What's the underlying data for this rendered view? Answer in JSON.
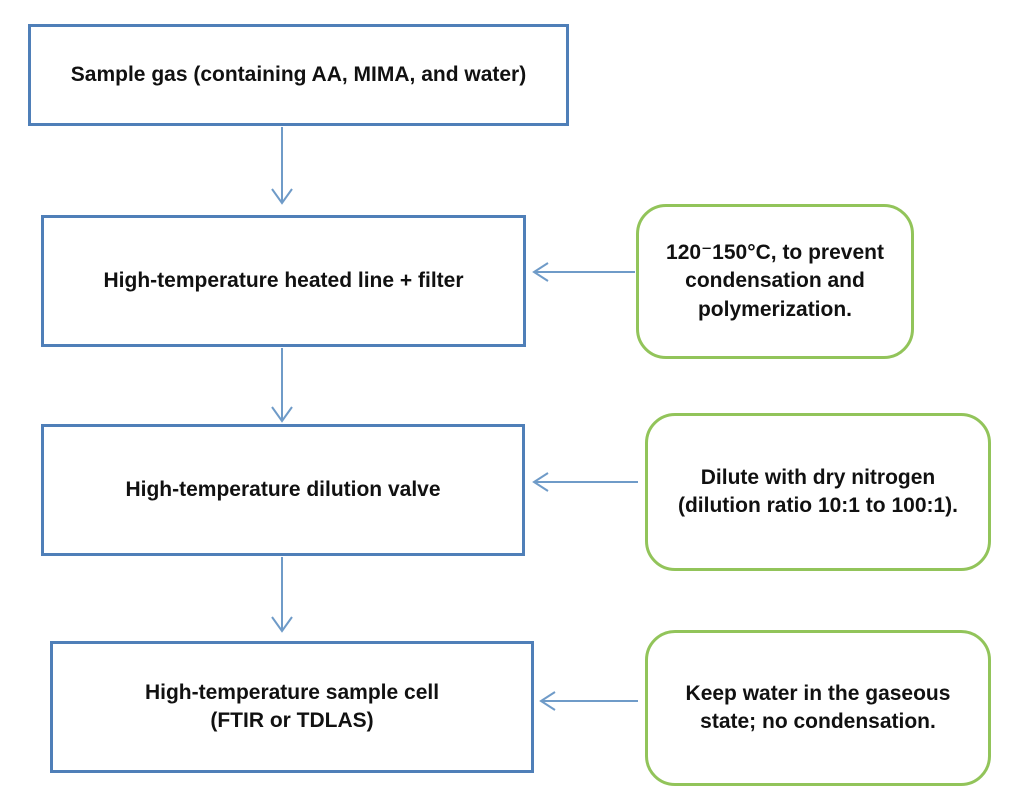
{
  "steps": {
    "sample_gas": [
      "Sample gas (containing AA, MIMA, and water)"
    ],
    "heated_line": [
      "High-temperature heated line + filter"
    ],
    "dilution_valve": [
      "High-temperature dilution valve"
    ],
    "sample_cell": [
      "High-temperature sample cell",
      "(FTIR or TDLAS)"
    ]
  },
  "notes": {
    "heated_line": [
      "120⁻150°C, to prevent",
      "condensation and",
      "polymerization."
    ],
    "dilution_valve": [
      "Dilute with dry nitrogen",
      "(dilution ratio 10:1 to 100:1)."
    ],
    "sample_cell": [
      "Keep water in the gaseous",
      "state; no condensation."
    ]
  },
  "colors": {
    "step_border": "#4f7fb8",
    "note_border": "#92c45a",
    "arrow": "#6f9bc8"
  }
}
